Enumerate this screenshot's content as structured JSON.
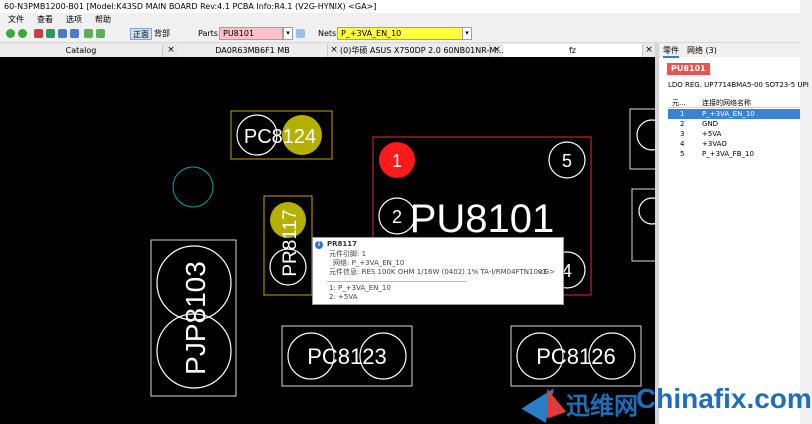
{
  "window": {
    "title": "60-N3PMB1200-B01 [Model:K43SD MAIN BOARD Rev:4.1 PCBA Info:R4.1 (V2G-HYNIX) <GA>]"
  },
  "menu": [
    "文件",
    "查看",
    "选项",
    "帮助"
  ],
  "toolbar": {
    "top_label": "正面",
    "bottom_label": "背部",
    "parts_label": "Parts:",
    "parts_value": "PU8101",
    "nets_label": "Nets:",
    "nets_value": "P_+3VA_EN_10",
    "colors": {
      "parts_bg": "#ffc0c8",
      "nets_bg": "#ffff40"
    }
  },
  "tabs": [
    {
      "label": "Catalog"
    },
    {
      "label": "DA0R63MB6F1 MB"
    },
    {
      "label": "(0)华硕 ASUS X750DP 2.0 60NB01NR-M..."
    },
    {
      "label": "fz"
    }
  ],
  "board": {
    "components": {
      "pc8124": "PC8124",
      "pr8117": "PR8117",
      "pu8101": "PU8101",
      "pjp8103": "PJP8103",
      "pc8123": "PC8123",
      "pc8126": "PC8126"
    },
    "pins": {
      "p1": "1",
      "p2": "2",
      "p4": "4",
      "p5": "5"
    },
    "colors": {
      "highlight_net": "#b5b000",
      "selected_part": "#ff1a1a",
      "part_outline_selected": "#e03030",
      "part_outline": "#c8a000"
    }
  },
  "tooltip": {
    "title": "PR8117",
    "pin": "元件引脚: 1",
    "net": "网络: P_+3VA_EN_10",
    "info": "元件信息: RES 100K OHM 1/16W (0402) 1% TA-I/RM04FTN1003",
    "tag": "<G>",
    "pin1": "1: P_+3VA_EN_10",
    "pin2": "2: +5VA"
  },
  "right_panel": {
    "tabs": [
      "零件",
      "网络 (3)"
    ],
    "part": "PU8101",
    "description": "LDO REG. UP7714BMA5-00 SOT23-5 UPI",
    "columns": [
      "元...",
      "连接的网络名称"
    ],
    "rows": [
      {
        "pin": "1",
        "net": "P_+3VA_EN_10"
      },
      {
        "pin": "2",
        "net": "GND"
      },
      {
        "pin": "3",
        "net": "+5VA"
      },
      {
        "pin": "4",
        "net": "+3VAO"
      },
      {
        "pin": "5",
        "net": "P_+3VA_FB_10"
      }
    ]
  },
  "watermark": {
    "cn": "迅维网",
    "en": "Chinafix.com"
  }
}
